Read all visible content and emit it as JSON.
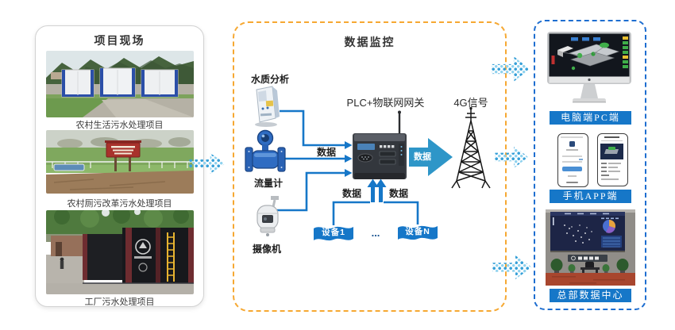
{
  "left_panel": {
    "title": "项目现场",
    "projects": [
      {
        "caption": "农村生活污水处理项目"
      },
      {
        "caption": "农村厕污改革污水处理项目"
      },
      {
        "caption": "工厂污水处理项目"
      }
    ]
  },
  "middle_panel": {
    "title": "数据监控",
    "water_quality_label": "水质分析",
    "flowmeter_label": "流量计",
    "camera_label": "摄像机",
    "gateway_label": "PLC+物联网网关",
    "signal_label": "4G信号",
    "data_label": "数据",
    "device_first": "设备1",
    "device_ellipsis": "...",
    "device_last": "设备N"
  },
  "right_panel": {
    "pc_caption": "电脑端PC端",
    "app_caption": "手机APP端",
    "datacenter_caption": "总部数据中心"
  },
  "colors": {
    "connector_blue": "#1677c8",
    "big_arrow_teal": "#2e96c8",
    "middle_border_orange": "#f6a832",
    "right_border_blue": "#1e6ed0",
    "caption_bar_blue": "#1677c8",
    "dot_dark": "#36a0d8",
    "dot_light": "#8fd2ee"
  }
}
